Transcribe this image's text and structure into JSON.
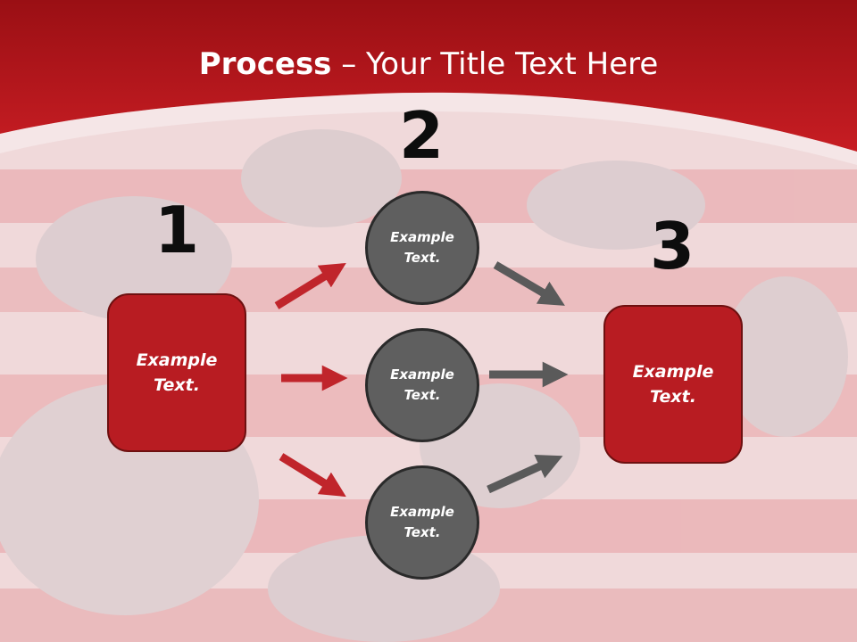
{
  "title": {
    "bold": "Process",
    "rest": " – Your Title Text Here"
  },
  "numbers": [
    "1",
    "2",
    "3"
  ],
  "boxes": [
    {
      "line1": "Example",
      "line2": "Text."
    },
    {
      "line1": "Example",
      "line2": "Text."
    }
  ],
  "circles": [
    {
      "line1": "Example",
      "line2": "Text."
    },
    {
      "line1": "Example",
      "line2": "Text."
    },
    {
      "line1": "Example",
      "line2": "Text."
    }
  ],
  "colors": {
    "header_red": "#b5161c",
    "box_red": "#b81c22",
    "circle_gray": "#5f5f5f",
    "arrow_red": "#c0252b",
    "arrow_gray": "#5a5a5a"
  }
}
